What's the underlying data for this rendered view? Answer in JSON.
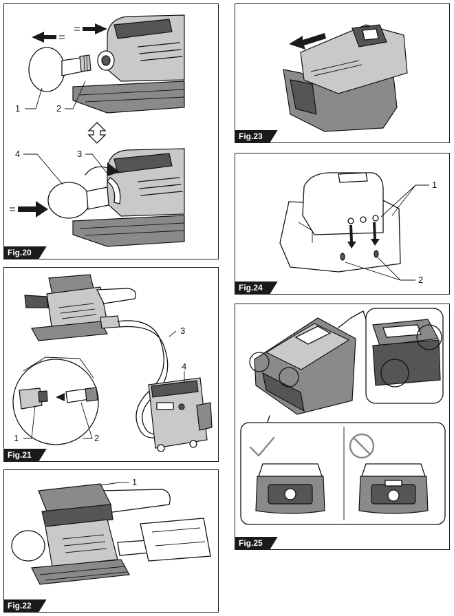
{
  "figures": {
    "fig20": {
      "label": "Fig.20",
      "callouts": [
        "1",
        "2",
        "3",
        "4"
      ]
    },
    "fig21": {
      "label": "Fig.21",
      "callouts": [
        "1",
        "2",
        "3",
        "4"
      ]
    },
    "fig22": {
      "label": "Fig.22",
      "callouts": [
        "1"
      ]
    },
    "fig23": {
      "label": "Fig.23"
    },
    "fig24": {
      "label": "Fig.24",
      "callouts": [
        "1",
        "2"
      ]
    },
    "fig25": {
      "label": "Fig.25"
    }
  },
  "colors": {
    "ink": "#1a1a1a",
    "panel_border": "#1a1a1a",
    "label_bg": "#1a1a1a",
    "label_text": "#ffffff"
  },
  "icons": [
    "double-arrow-icon",
    "rotate-arrow-icon",
    "push-arrow-icon",
    "checkmark-icon",
    "prohibited-icon"
  ]
}
